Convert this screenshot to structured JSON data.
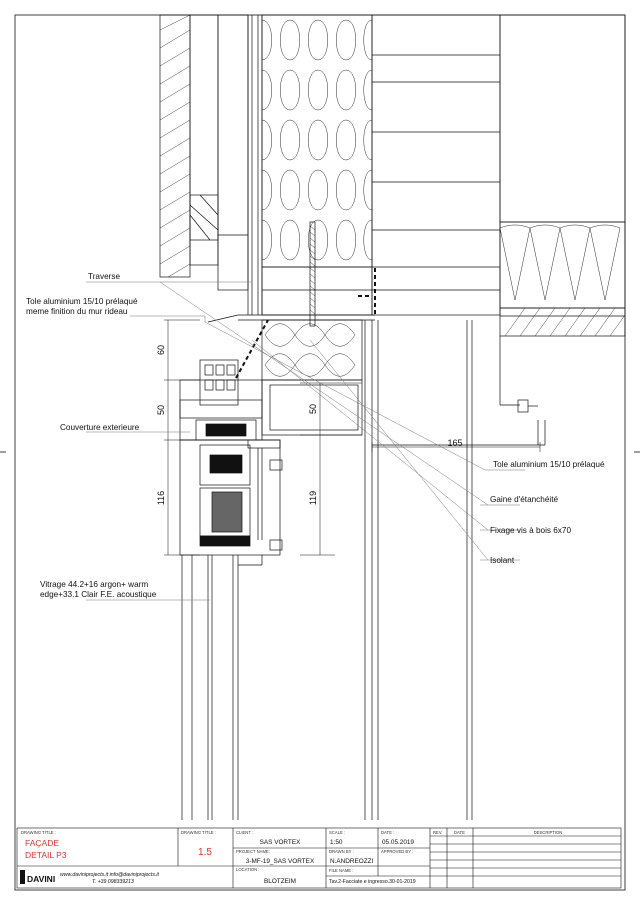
{
  "annotations": {
    "traverse": "Traverse",
    "tole_line1": "Tole aluminium 15/10 prélaqué",
    "tole_line2": "meme finition du mur rideau",
    "couverture": "Couverture exterieure",
    "vitrage_line1": "Vitrage 44.2+16 argon+ warm",
    "vitrage_line2": "edge+33.1 Clair F.E. acoustique",
    "tole_right": "Tole aluminium 15/10 prélaqué",
    "gaine": "Gaine d'étanchéité",
    "fixage": "Fixage vis à bois 6x70",
    "isolant": "Isolant"
  },
  "dimensions": {
    "d60": "60",
    "d50_left": "50",
    "d116": "116",
    "d50_mid": "50",
    "d119": "119",
    "d165": "165"
  },
  "title_block": {
    "drawing_title_label": "DRAWING TITLE :",
    "drawing_title_line1": "FAÇADE",
    "drawing_title_line2": "DETAIL P3",
    "drawing_no_label": "DRAWING TITLE :",
    "drawing_no": "1.5",
    "client_label": "CLIENT :",
    "client": "SAS VORTEX",
    "project_label": "PROJECT NAME:",
    "project": "3-MF-19_SAS VORTEX",
    "location_label": "LOCATION :",
    "location": "BLOTZEIM",
    "scale_label": "SCALE :",
    "scale": "1:50",
    "date_label": "DATE :",
    "date": "05.05.2019",
    "drawn_label": "DRAWN BY :",
    "drawn_by": "N.ANDREOZZI",
    "approved_label": "APPROVED BY :",
    "file_label": "FILE NAME :",
    "file_name": "Tav.2-Facciate e ingresso.30-01-2019",
    "rev_label": "REV.",
    "rev_date_label": "DATE",
    "description_label": "DESCRIPTION",
    "logo_text": "DAVINI",
    "web_line": "www.daviniprojects.it   info@daviniprojects.it",
    "phone_line": "T. +39 098339213"
  },
  "colors": {
    "accent_red": "#e2342b",
    "line": "#111111",
    "leader_gray": "#777777"
  }
}
